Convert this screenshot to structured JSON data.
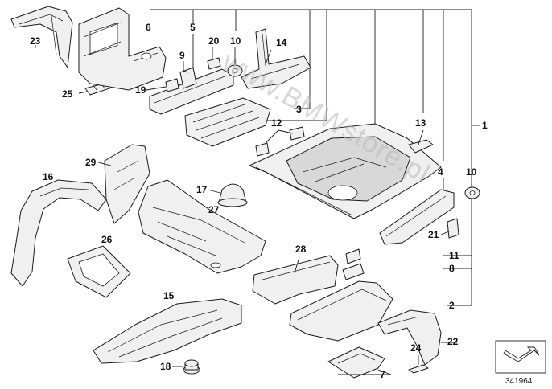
{
  "diagram_id": "341964",
  "watermark": "www.BMWstore.pl",
  "callouts": {
    "c1": "1",
    "c2": "2",
    "c3": "3",
    "c4": "4",
    "c5": "5",
    "c6": "6",
    "c7": "7",
    "c8": "8",
    "c9": "9",
    "c10a": "10",
    "c10b": "10",
    "c11": "11",
    "c12": "12",
    "c13": "13",
    "c14": "14",
    "c15": "15",
    "c16": "16",
    "c17": "17",
    "c18": "18",
    "c19": "19",
    "c20": "20",
    "c21": "21",
    "c22": "22",
    "c23": "23",
    "c24": "24",
    "c25": "25",
    "c26": "26",
    "c27": "27",
    "c28": "28",
    "c29": "29"
  }
}
